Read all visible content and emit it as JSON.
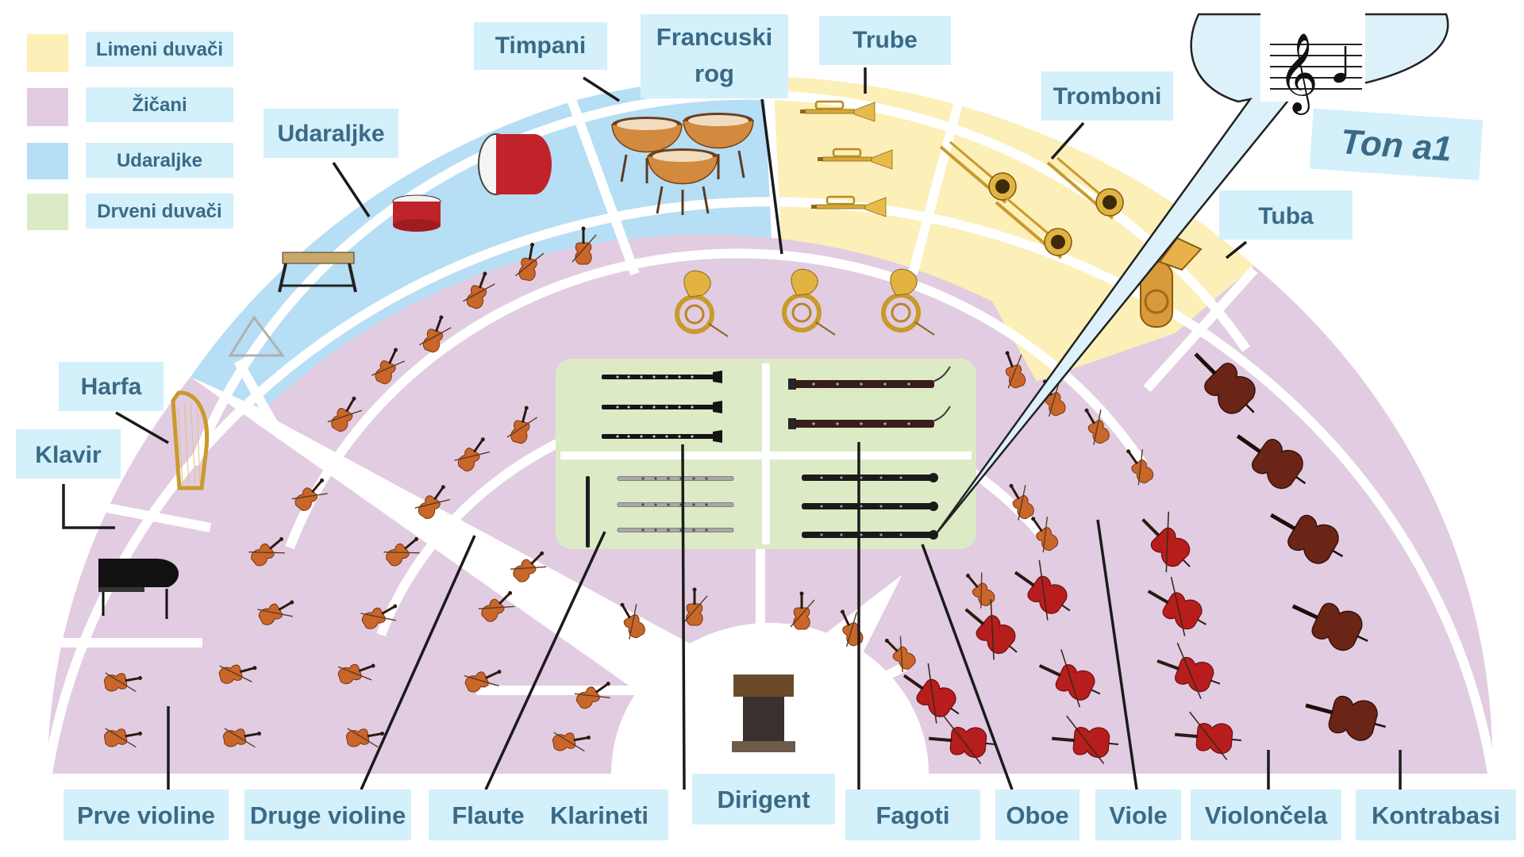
{
  "legend": [
    {
      "key": "brass",
      "label": "Limeni duvači",
      "color": "#fcefb8"
    },
    {
      "key": "strings",
      "label": "Žičani",
      "color": "#e2cce2"
    },
    {
      "key": "percussion",
      "label": "Udaraljke",
      "color": "#b6def5"
    },
    {
      "key": "woodwinds",
      "label": "Drveni duvači",
      "color": "#dcebc6"
    }
  ],
  "label_box_color": "#d3f0fb",
  "labels": {
    "timpani": "Timpani",
    "french_horn": "Francuski rog",
    "trube": "Trube",
    "tromboni": "Tromboni",
    "tuba": "Tuba",
    "udaraljke": "Udaraljke",
    "harfa": "Harfa",
    "klavir": "Klavir",
    "prve_violine": "Prve violine",
    "druge_violine": "Druge violine",
    "flaute": "Flaute",
    "klarineti": "Klarineti",
    "dirigent": "Dirigent",
    "fagoti": "Fagoti",
    "oboe": "Oboe",
    "viole": "Viole",
    "violoncela": "Violončela",
    "kontrabasi": "Kontrabasi"
  },
  "callout": {
    "text": "Ton a1"
  },
  "instrument_colors": {
    "violin": "#c9662a",
    "cello": "#b81d1d",
    "bass": "#6a2516",
    "brass": "#d7a837",
    "drum": "#c0232a"
  }
}
